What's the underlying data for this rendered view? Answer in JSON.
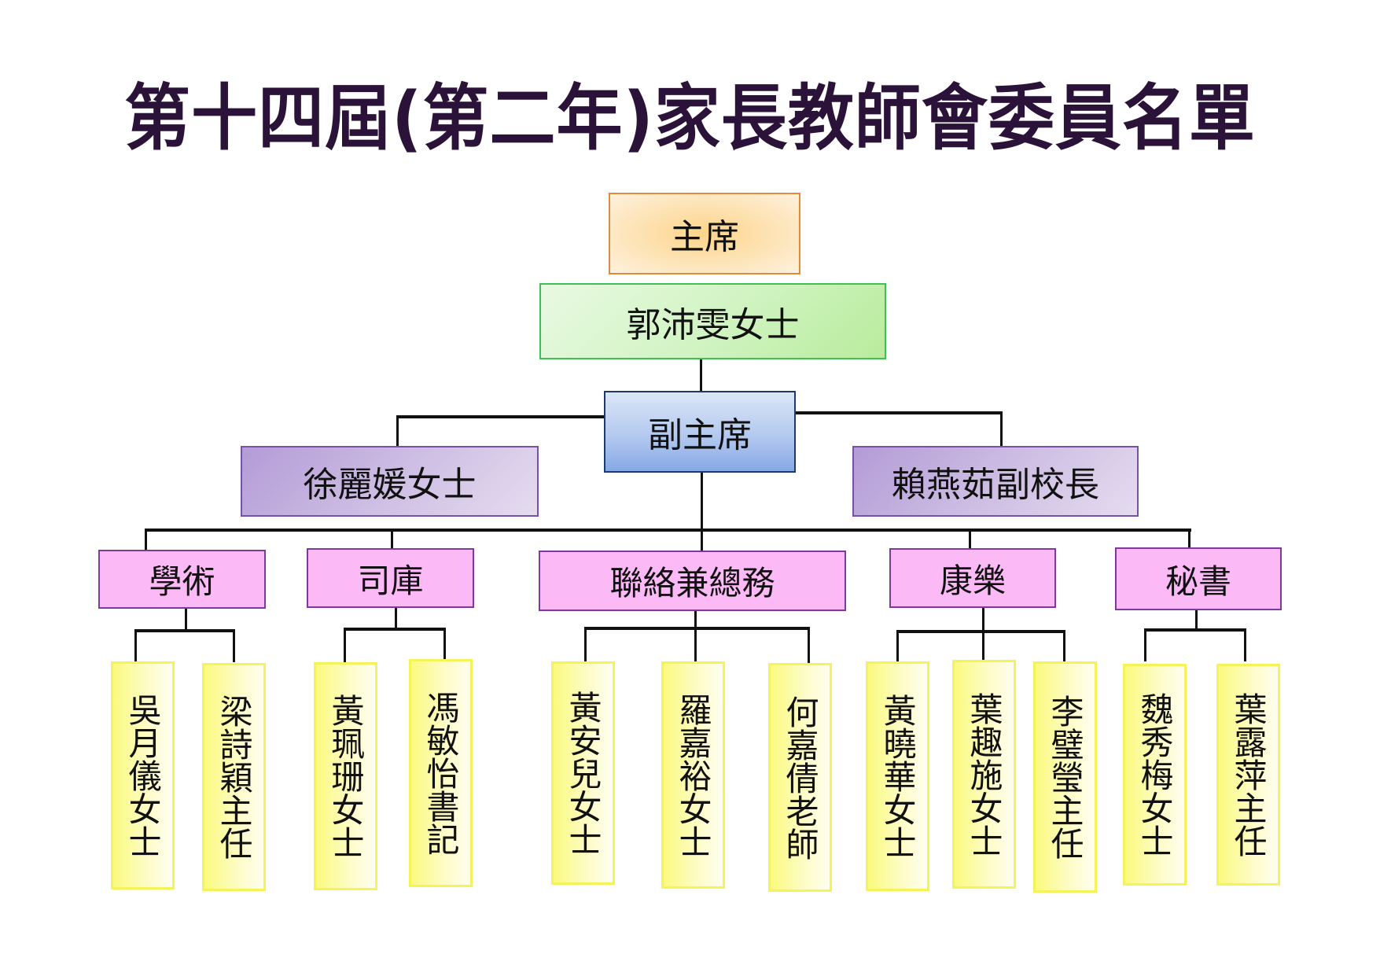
{
  "title": "第十四屆(第二年)家長教師會委員名單",
  "chair": {
    "role": "主席",
    "name": "郭沛雯女士"
  },
  "vice_chair": {
    "role": "副主席",
    "names": [
      "徐麗媛女士",
      "賴燕茹副校長"
    ]
  },
  "departments": [
    {
      "name": "學術",
      "members": [
        "吳月儀女士",
        "梁詩穎主任"
      ]
    },
    {
      "name": "司庫",
      "members": [
        "黃珮珊女士",
        "馮敏怡書記"
      ]
    },
    {
      "name": "聯絡兼總務",
      "members": [
        "黃安兒女士",
        "羅嘉裕女士",
        "何嘉倩老師"
      ]
    },
    {
      "name": "康樂",
      "members": [
        "黃曉華女士",
        "葉趣施女士",
        "李璧瑩主任"
      ]
    },
    {
      "name": "秘書",
      "members": [
        "魏秀梅女士",
        "葉露萍主任"
      ]
    }
  ],
  "colors": {
    "title": "#2a1238",
    "chair_role_border": "#e08a3c",
    "chair_name_border": "#3fbf55",
    "vice_role_border": "#1e3a6b",
    "vice_name_border": "#7a4fa8",
    "department_fill": "#fbb9f6",
    "member_fill": "#fbfa7e"
  }
}
